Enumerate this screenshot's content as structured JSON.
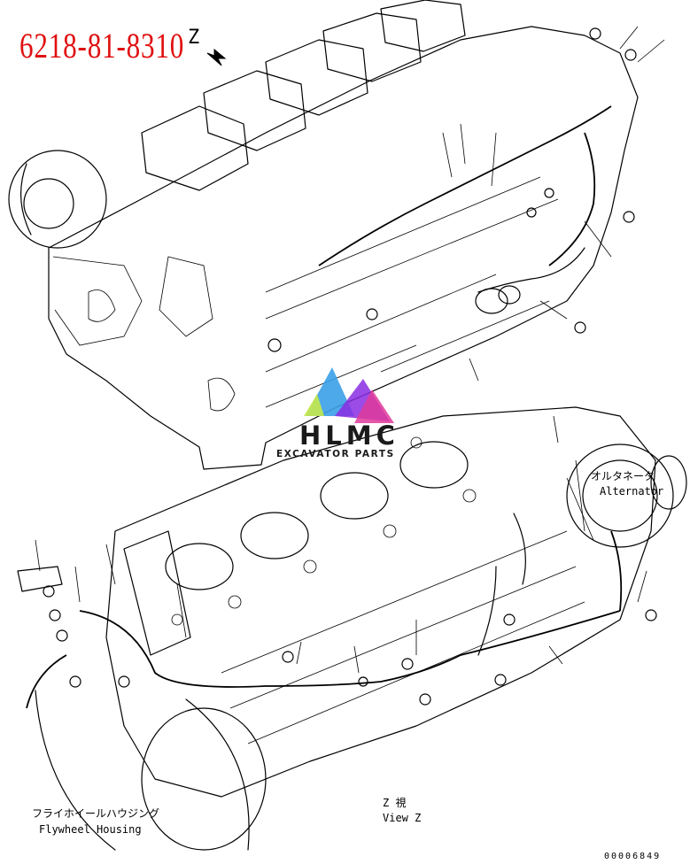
{
  "header": {
    "part_number": "6218-81-8310",
    "view_letter": "Z"
  },
  "labels": {
    "alternator_jp": "オルタネータ",
    "alternator_en": "Alternator",
    "flywheel_jp": "フライホイールハウジング",
    "flywheel_en": "Flywheel Housing",
    "view_jp": "Z 視",
    "view_en": "View Z"
  },
  "watermark": {
    "brand": "HLMC",
    "tagline": "EXCAVATOR PARTS",
    "colors": [
      "#3aa0e8",
      "#8a2be2",
      "#e0399a",
      "#c7e84a"
    ]
  },
  "footer": {
    "doc_number": "00006849"
  }
}
